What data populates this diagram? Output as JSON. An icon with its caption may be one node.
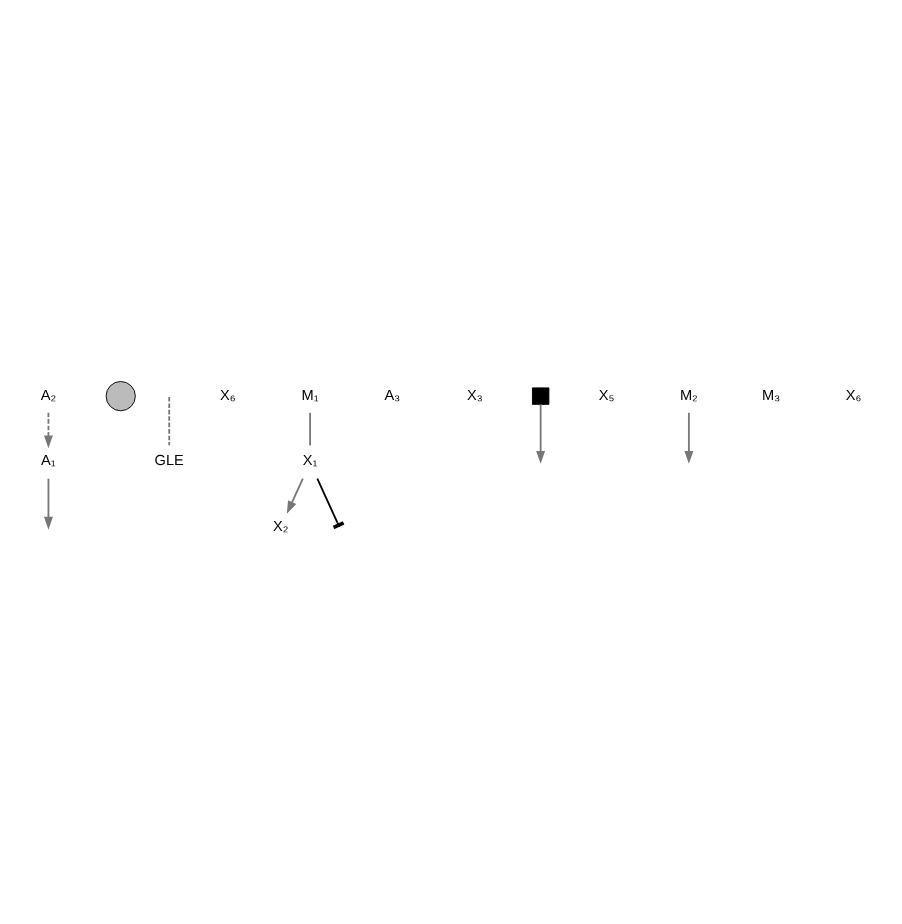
{
  "diagram": {
    "nodes": [
      {
        "text": [
          "A₁"
        ]
      },
      {
        "text": [
          "A₂"
        ]
      },
      {
        "text": [],
        "shape": "circle"
      },
      {
        "text": [
          "GLE"
        ]
      },
      {
        "text": [
          "X₆"
        ]
      },
      {
        "text": [
          "X₂"
        ]
      },
      {
        "text": [
          "X₁"
        ]
      },
      {
        "text": [
          "M₁"
        ]
      },
      {
        "text": [
          "A₃"
        ]
      },
      {
        "text": [
          "X₃"
        ]
      },
      {
        "text": [],
        "shape": "box"
      },
      {
        "text": [
          "X₅"
        ]
      },
      {
        "text": [
          "M₂"
        ]
      },
      {
        "text": [
          "M₃"
        ]
      },
      {
        "text": [
          "X₆"
        ]
      }
    ],
    "edges": [
      {
        "from": 1,
        "to": 0,
        "arrow": "to",
        "style": "dashed"
      },
      {
        "from": 0,
        "to": null,
        "arrow": "to"
      },
      {
        "from": null,
        "to": 3,
        "arrow": "none",
        "style": "dashed"
      },
      {
        "from": 6,
        "to": null,
        "arrow": "other",
        "color": "#000000"
      },
      {
        "from": 6,
        "to": 5,
        "arrow": "to"
      },
      {
        "from": 7,
        "to": 6,
        "arrow": "none"
      },
      {
        "from": 12,
        "to": null,
        "arrow": "to"
      },
      {
        "from": 10,
        "to": null,
        "arrow": "to"
      }
    ]
  }
}
